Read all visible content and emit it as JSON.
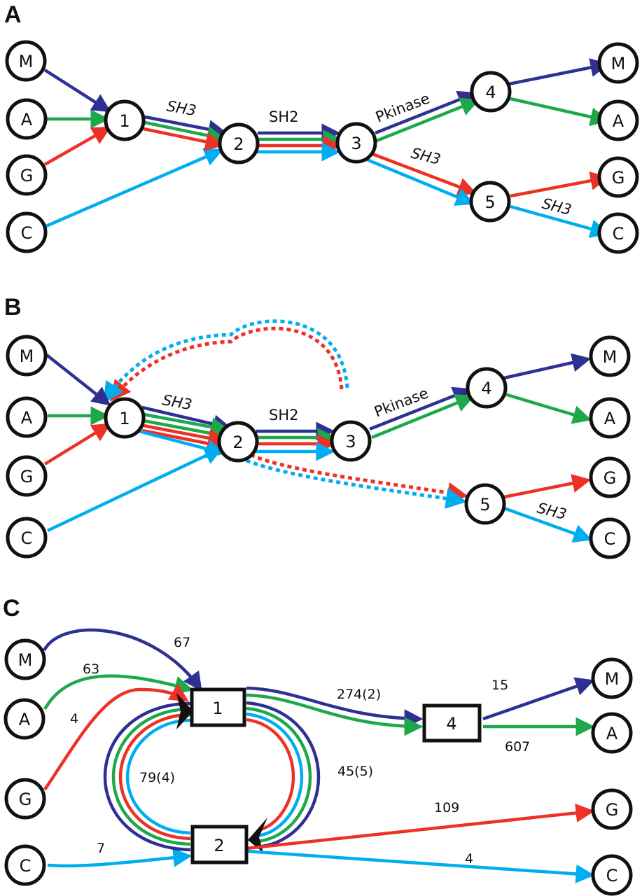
{
  "colors": {
    "M": "#2e3192",
    "A": "#1ea84b",
    "G": "#ed3126",
    "C": "#00aeef",
    "outline": "#111111"
  },
  "panels": [
    {
      "id": "A",
      "label": "A",
      "input_nodes": [
        "M",
        "A",
        "G",
        "C"
      ],
      "domain_nodes": [
        "1",
        "2",
        "3",
        "4",
        "5"
      ],
      "output_nodes": [
        "M",
        "A",
        "G",
        "C"
      ],
      "edge_labels": {
        "1-2": "SH3",
        "2-3": "SH2",
        "3-4": "Pkinase",
        "3-5": "SH3",
        "5-C": "SH3"
      }
    },
    {
      "id": "B",
      "label": "B",
      "input_nodes": [
        "M",
        "A",
        "G",
        "C"
      ],
      "domain_nodes": [
        "1",
        "2",
        "3",
        "4",
        "5"
      ],
      "output_nodes": [
        "M",
        "A",
        "G",
        "C"
      ],
      "edge_labels": {
        "1-2": "SH3",
        "2-3": "SH2",
        "3-4": "Pkinase",
        "5-C": "SH3"
      }
    },
    {
      "id": "C",
      "label": "C",
      "input_nodes": [
        "M",
        "A",
        "G",
        "C"
      ],
      "box_nodes": [
        "1",
        "2",
        "4"
      ],
      "output_nodes": [
        "M",
        "A",
        "G",
        "C"
      ],
      "counts": {
        "M-1": "67",
        "A-1": "63",
        "G-1": "4",
        "C-2": "7",
        "2-1": "79(4)",
        "1-2": "45(5)",
        "1-4": "274(2)",
        "4-M": "15",
        "4-A": "607",
        "2-G": "109",
        "2-C": "4"
      }
    }
  ]
}
